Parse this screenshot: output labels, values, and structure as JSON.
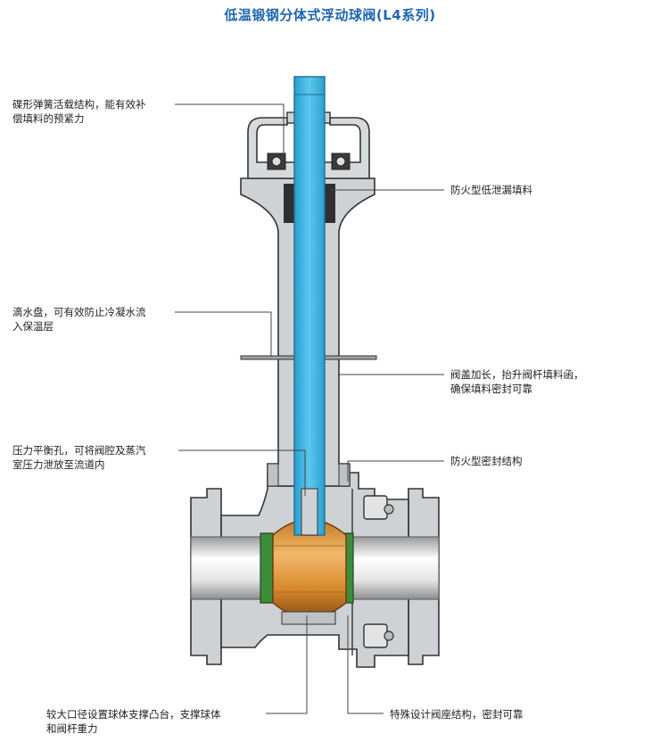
{
  "title": "低温锻钢分体式浮动球阀(L4系列)",
  "colors": {
    "title": "#1f66b2",
    "stem": "#3fb5e0",
    "ball": "#d88a2e",
    "seat": "#3d8c3a",
    "body": "#cfd2d5",
    "bore": "#e6e6e6",
    "leader": "#444444"
  },
  "annotations": {
    "disc_spring": {
      "line1": "碟形弹簧活载结构，能有效补",
      "line2": "偿填料的预紧力"
    },
    "drip_tray": {
      "line1": "滴水盘，可有效防止冷凝水流",
      "line2": "入保温层"
    },
    "balance_hole": {
      "line1": "压力平衡孔，可将阀腔及蒸汽",
      "line2": "室压力泄放至流道内"
    },
    "support_boss": {
      "line1": "较大口径设置球体支撑凸台，支撑球体",
      "line2": "和阀杆重力"
    },
    "fire_safe_packing": {
      "line1": "防火型低泄漏填料"
    },
    "extended_bonnet": {
      "line1": "阀盖加长，抬升阀杆填料函，",
      "line2": "确保填料密封可靠"
    },
    "fire_safe_seal": {
      "line1": "防火型密封结构"
    },
    "seat_design": {
      "line1": "特殊设计阀座结构，密封可靠"
    }
  }
}
